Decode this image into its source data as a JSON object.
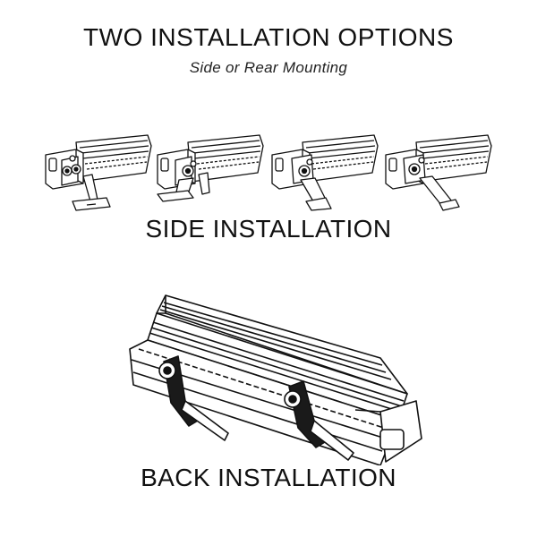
{
  "header": {
    "title": "TWO INSTALLATION OPTIONS",
    "subtitle": "Side or Rear Mounting"
  },
  "side_installation": {
    "label": "SIDE INSTALLATION",
    "views": [
      {
        "illustration": "light-bar-side-mount-bracket-down"
      },
      {
        "illustration": "light-bar-side-mount-bracket-angled"
      },
      {
        "illustration": "light-bar-side-mount-bracket-angled-back"
      },
      {
        "illustration": "light-bar-side-mount-bracket-tilted"
      }
    ]
  },
  "back_installation": {
    "label": "BACK INSTALLATION",
    "illustration": "light-bar-rear-mount-two-brackets"
  },
  "colors": {
    "background": "#ffffff",
    "line": "#111111",
    "bracket_fill": "#1a1a1a"
  }
}
